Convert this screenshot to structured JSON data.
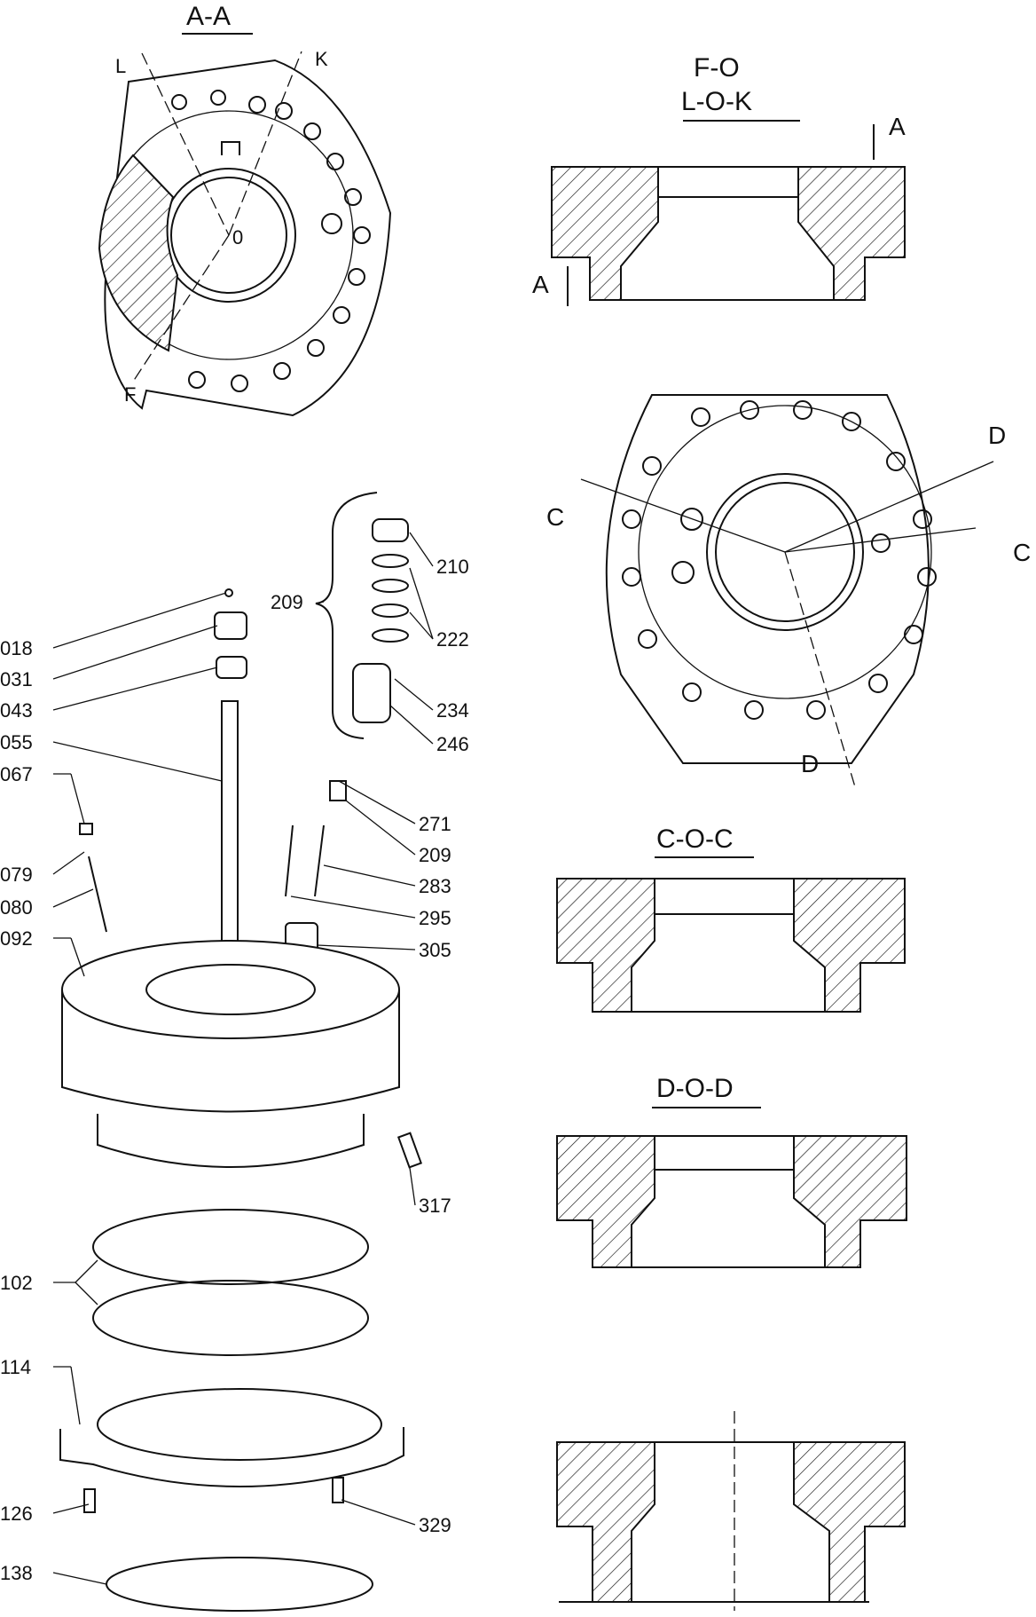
{
  "views": {
    "view_aa_title": "A-A",
    "view_fo_title_1": "F-O",
    "view_fo_title_2": "L-O-K",
    "view_coc_title": "C-O-C",
    "view_dod_title": "D-O-D"
  },
  "section_marks": {
    "aa_L": "L",
    "aa_K": "K",
    "aa_F": "F",
    "aa_O": "0",
    "fo_A_top": "A",
    "fo_A_left": "A",
    "plan_C_left": "C",
    "plan_C_right": "C",
    "plan_D_top": "D",
    "plan_D_bottom": "D"
  },
  "parts": {
    "p018": "018",
    "p031": "031",
    "p043": "043",
    "p055": "055",
    "p067": "067",
    "p079": "079",
    "p080": "080",
    "p092": "092",
    "p102": "102",
    "p114": "114",
    "p126": "126",
    "p138": "138",
    "p209a": "209",
    "p210": "210",
    "p222": "222",
    "p234": "234",
    "p246": "246",
    "p271": "271",
    "p209b": "209",
    "p283": "283",
    "p295": "295",
    "p305": "305",
    "p317": "317",
    "p329": "329"
  },
  "colors": {
    "ink": "#111111",
    "paper": "#ffffff"
  }
}
